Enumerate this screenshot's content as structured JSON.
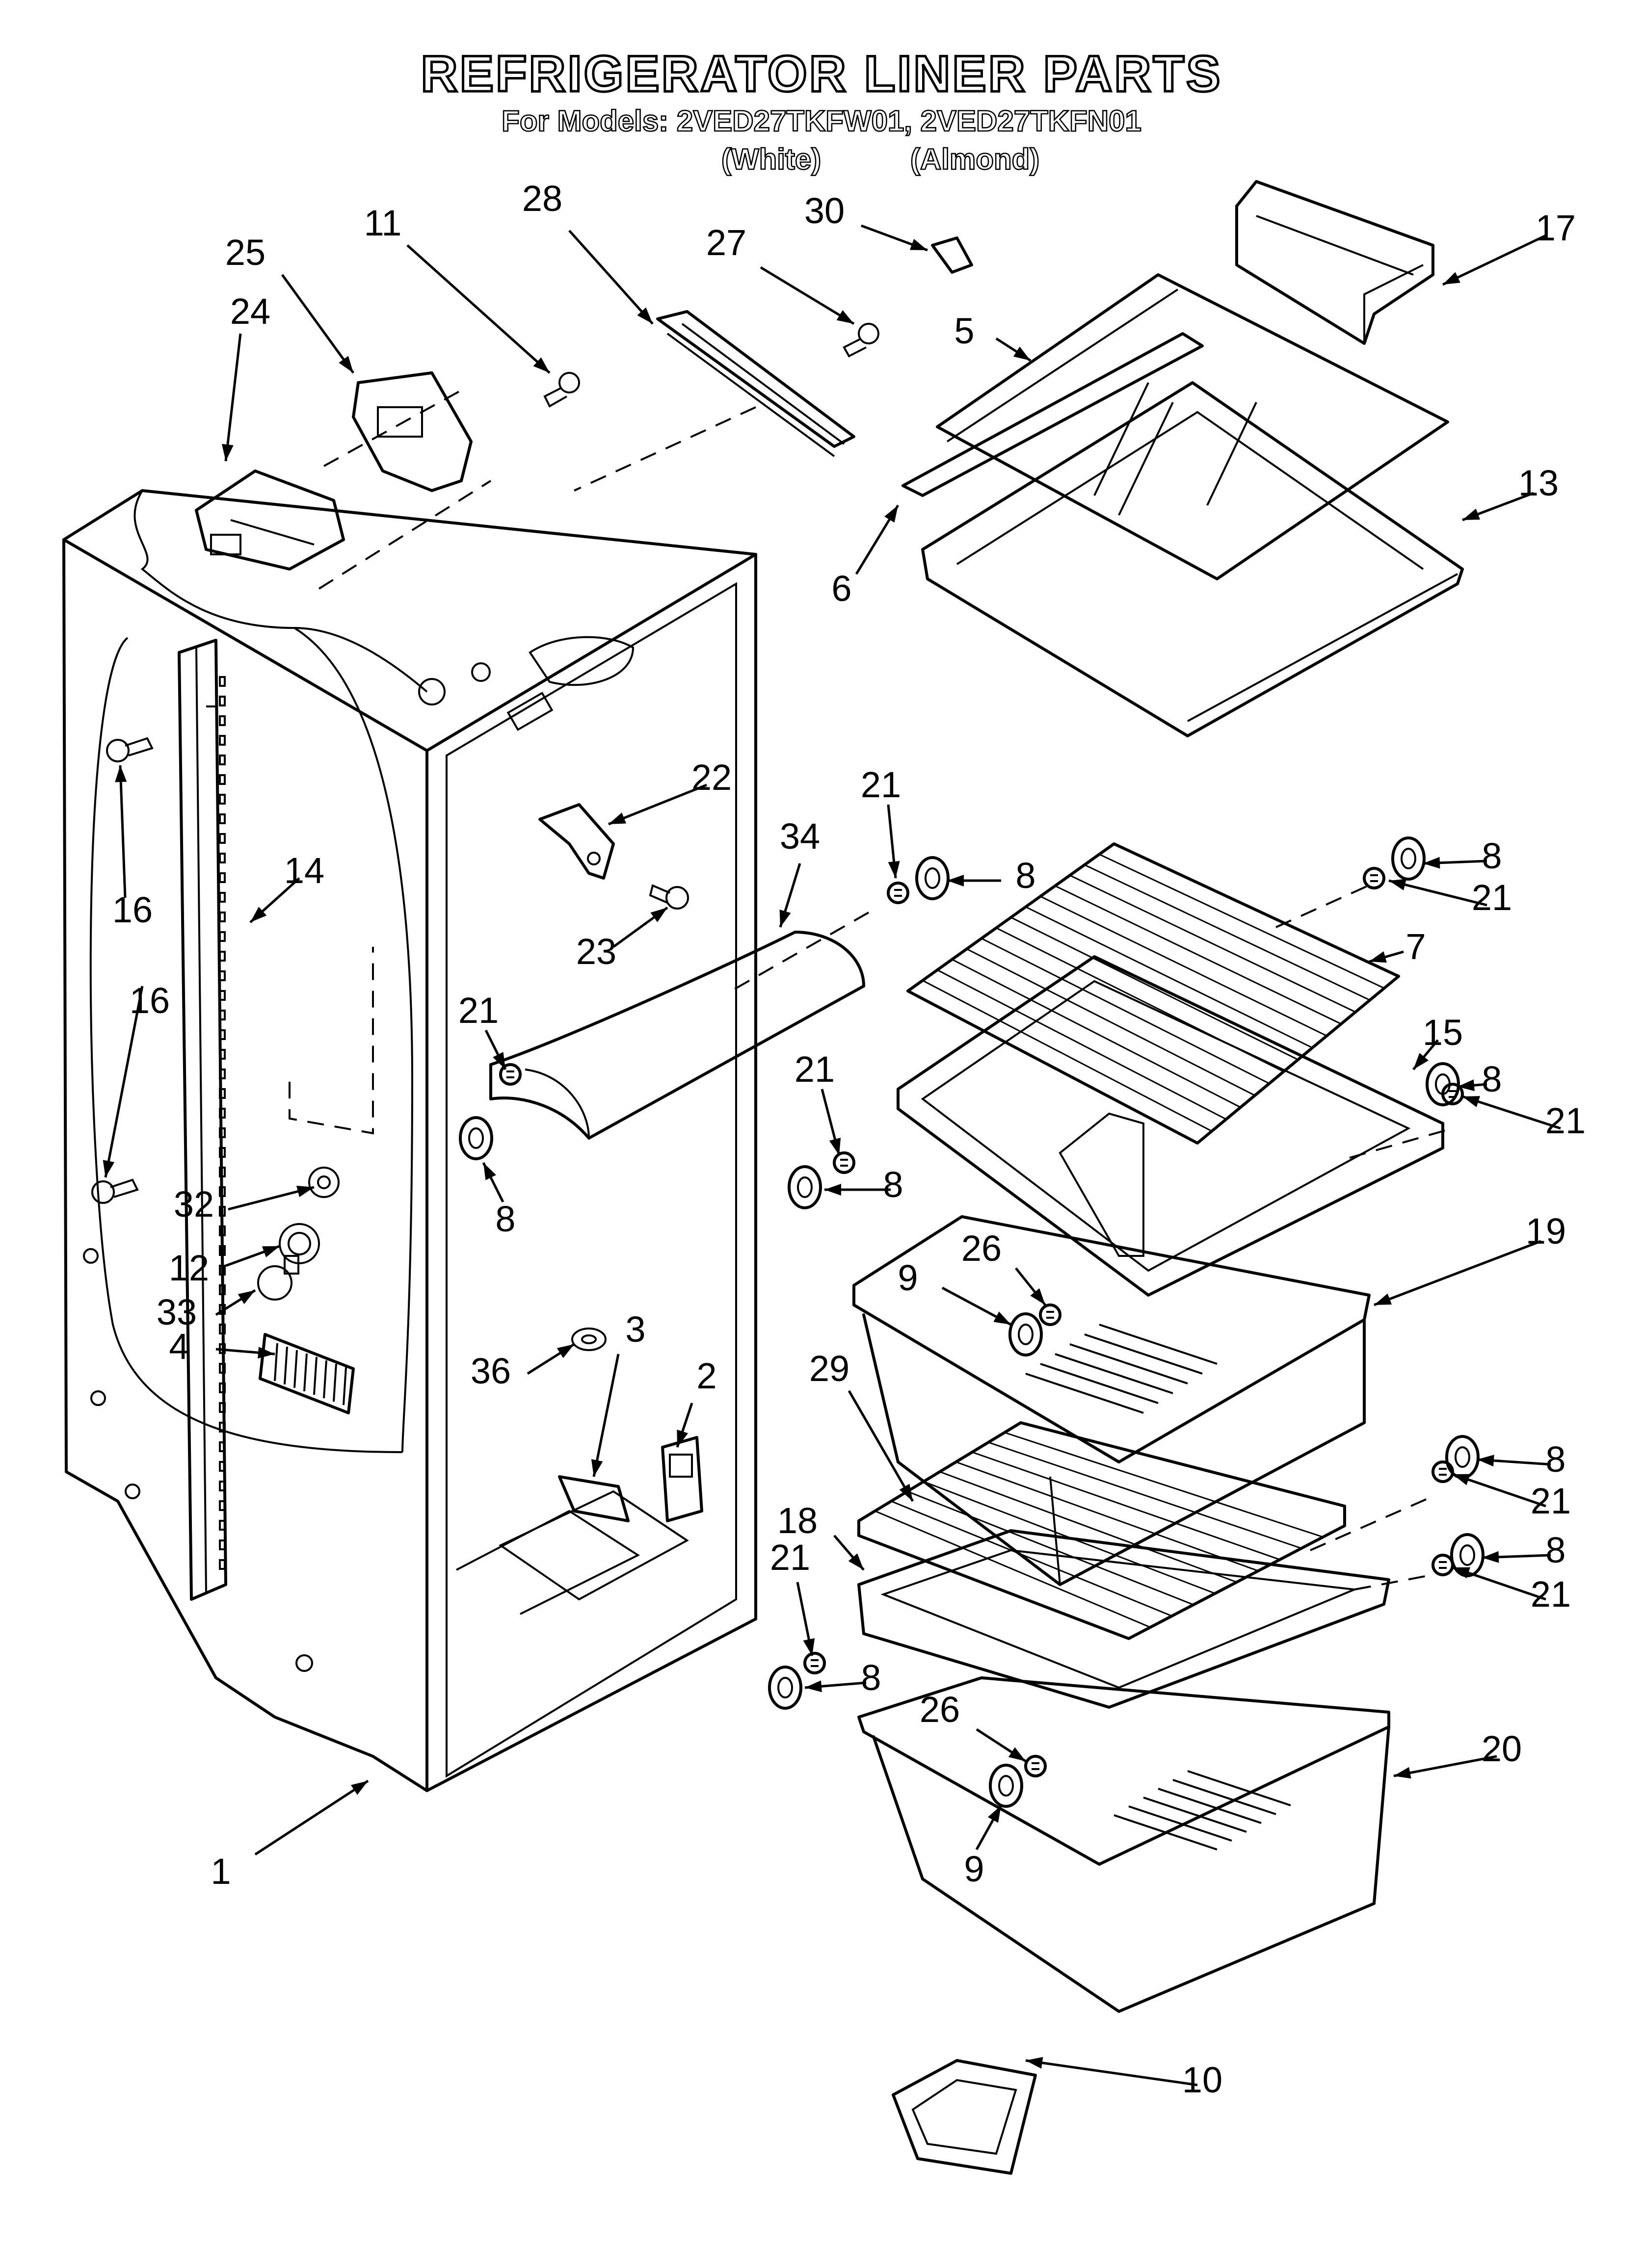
{
  "header": {
    "title": "REFRIGERATOR LINER PARTS",
    "models": "For Models: 2VED27TKFW01, 2VED27TKFN01",
    "variant_white": "(White)",
    "variant_almond": "(Almond)"
  },
  "callouts": [
    {
      "id": "c1",
      "label": "1"
    },
    {
      "id": "c2",
      "label": "2"
    },
    {
      "id": "c3",
      "label": "3"
    },
    {
      "id": "c4",
      "label": "4"
    },
    {
      "id": "c5",
      "label": "5"
    },
    {
      "id": "c6",
      "label": "6"
    },
    {
      "id": "c7",
      "label": "7"
    },
    {
      "id": "c8a",
      "label": "8"
    },
    {
      "id": "c8b",
      "label": "8"
    },
    {
      "id": "c8c",
      "label": "8"
    },
    {
      "id": "c8d",
      "label": "8"
    },
    {
      "id": "c8e",
      "label": "8"
    },
    {
      "id": "c8f",
      "label": "8"
    },
    {
      "id": "c8g",
      "label": "8"
    },
    {
      "id": "c8h",
      "label": "8"
    },
    {
      "id": "c9a",
      "label": "9"
    },
    {
      "id": "c9b",
      "label": "9"
    },
    {
      "id": "c10",
      "label": "10"
    },
    {
      "id": "c11",
      "label": "11"
    },
    {
      "id": "c12",
      "label": "12"
    },
    {
      "id": "c13",
      "label": "13"
    },
    {
      "id": "c14",
      "label": "14"
    },
    {
      "id": "c15",
      "label": "15"
    },
    {
      "id": "c16a",
      "label": "16"
    },
    {
      "id": "c16b",
      "label": "16"
    },
    {
      "id": "c17",
      "label": "17"
    },
    {
      "id": "c18",
      "label": "18"
    },
    {
      "id": "c19",
      "label": "19"
    },
    {
      "id": "c20",
      "label": "20"
    },
    {
      "id": "c21a",
      "label": "21"
    },
    {
      "id": "c21b",
      "label": "21"
    },
    {
      "id": "c21c",
      "label": "21"
    },
    {
      "id": "c21d",
      "label": "21"
    },
    {
      "id": "c21e",
      "label": "21"
    },
    {
      "id": "c21f",
      "label": "21"
    },
    {
      "id": "c21g",
      "label": "21"
    },
    {
      "id": "c21h",
      "label": "21"
    },
    {
      "id": "c22",
      "label": "22"
    },
    {
      "id": "c23",
      "label": "23"
    },
    {
      "id": "c24",
      "label": "24"
    },
    {
      "id": "c25",
      "label": "25"
    },
    {
      "id": "c26a",
      "label": "26"
    },
    {
      "id": "c26b",
      "label": "26"
    },
    {
      "id": "c27",
      "label": "27"
    },
    {
      "id": "c28",
      "label": "28"
    },
    {
      "id": "c29",
      "label": "29"
    },
    {
      "id": "c30",
      "label": "30"
    },
    {
      "id": "c32",
      "label": "32"
    },
    {
      "id": "c33",
      "label": "33"
    },
    {
      "id": "c34",
      "label": "34"
    },
    {
      "id": "c36",
      "label": "36"
    }
  ]
}
